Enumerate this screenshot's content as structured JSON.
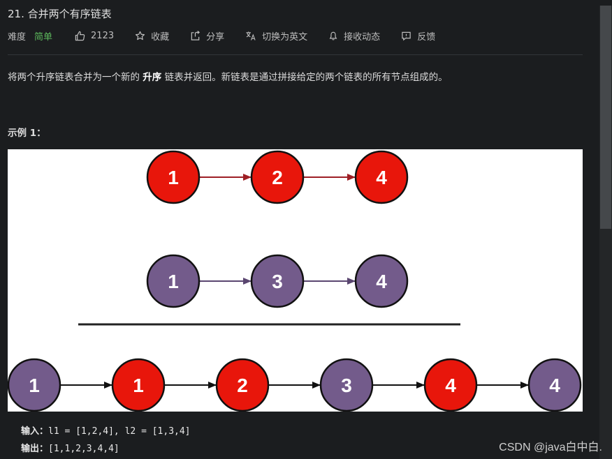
{
  "problem": {
    "title": "21. 合并两个有序链表"
  },
  "meta": {
    "difficulty_label": "难度",
    "difficulty": "简单",
    "likes": "2123",
    "favorite": "收藏",
    "share": "分享",
    "switch_lang": "切换为英文",
    "notifications": "接收动态",
    "feedback": "反馈"
  },
  "description": {
    "before": "将两个升序链表合并为一个新的 ",
    "bold": "升序",
    "after": " 链表并返回。新链表是通过拼接给定的两个链表的所有节点组成的。"
  },
  "example": {
    "title": "示例 1：",
    "input_label": "输入：",
    "input_value": "l1 = [1,2,4], l2 = [1,3,4]",
    "output_label": "输出：",
    "output_value": "[1,1,2,3,4,4]"
  },
  "diagram": {
    "colors": {
      "red": "#e8160b",
      "purple": "#735b8b",
      "red_arrow": "#9e1f25",
      "purple_arrow": "#5a4670",
      "black": "#111111"
    },
    "list1": [
      "1",
      "2",
      "4"
    ],
    "list2": [
      "1",
      "3",
      "4"
    ],
    "merged": [
      {
        "v": "1",
        "c": "purple"
      },
      {
        "v": "1",
        "c": "red"
      },
      {
        "v": "2",
        "c": "red"
      },
      {
        "v": "3",
        "c": "purple"
      },
      {
        "v": "4",
        "c": "red"
      },
      {
        "v": "4",
        "c": "purple"
      }
    ]
  },
  "watermark": "CSDN @java白中白."
}
